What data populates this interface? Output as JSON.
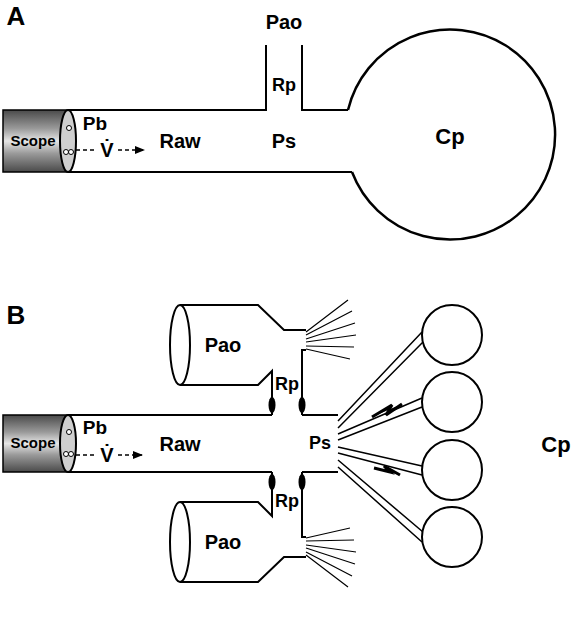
{
  "diagram": {
    "nodes": [
      {
        "text": [
          "Scope"
        ]
      },
      {
        "text": [
          "Cp"
        ]
      },
      {
        "text": [
          "Pao"
        ]
      },
      {
        "text": [
          "Scope"
        ]
      },
      {
        "text": [
          "Pao"
        ]
      }
    ],
    "labels": [
      "A",
      "Pao",
      "Rp",
      "Pb",
      "V̇",
      "Raw",
      "Ps",
      "B",
      "Pb",
      "V̇",
      "Raw",
      "Rp",
      "Ps",
      "Rp",
      "Cp"
    ]
  }
}
